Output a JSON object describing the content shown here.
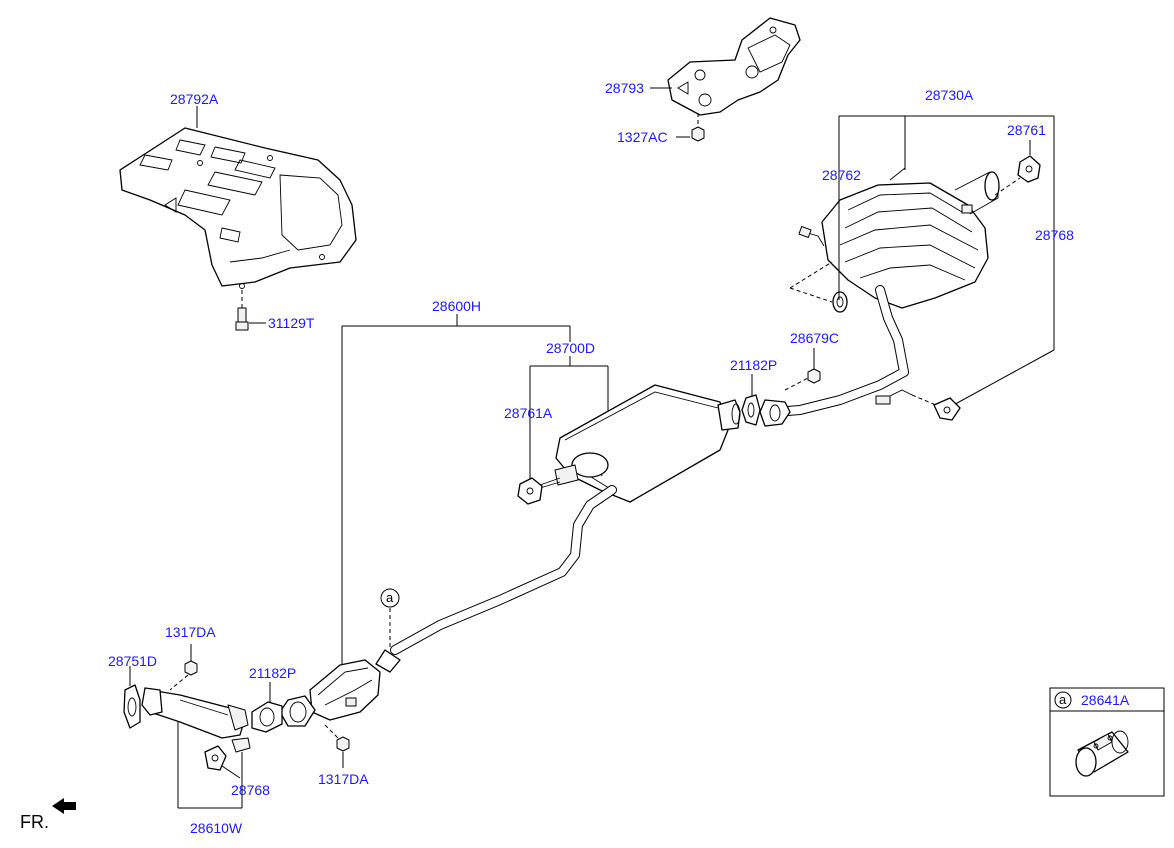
{
  "labels": {
    "p28792A": "28792A",
    "p31129T": "31129T",
    "p28793": "28793",
    "p1327AC": "1327AC",
    "p28730A": "28730A",
    "p28761": "28761",
    "p28762": "28762",
    "p28768_top": "28768",
    "p28600H": "28600H",
    "p28700D": "28700D",
    "p28761A": "28761A",
    "p28679C": "28679C",
    "p21182P_top": "21182P",
    "p1317DA_top": "1317DA",
    "p28751D": "28751D",
    "p21182P_bottom": "21182P",
    "p1317DA_bottom": "1317DA",
    "p28768_bottom": "28768",
    "p28610W": "28610W",
    "p28641A": "28641A"
  },
  "ref_mark": "a",
  "inset_ref_mark": "a",
  "front_indicator": "FR.",
  "colors": {
    "label": "#1a1aff",
    "line": "#000000",
    "background": "#ffffff"
  }
}
